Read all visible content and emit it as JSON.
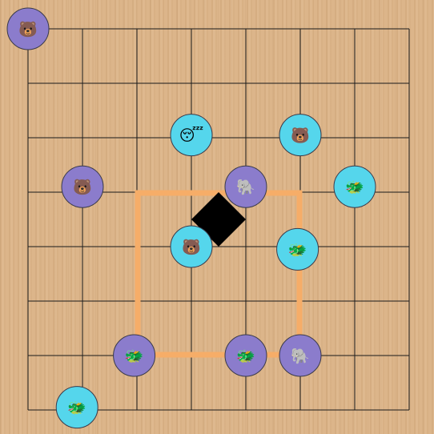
{
  "game": {
    "grid_lines": 8,
    "board_color": "#dcb58a",
    "line_color": "#1a1a1a",
    "highlight_color": "#f6ad68",
    "marker_color": "#000000",
    "piece_colors": {
      "cyan": "#55d6ec",
      "purple": "#8b7ccc"
    },
    "highlight_box": {
      "col_from": 2,
      "row_from": 3,
      "col_to": 5,
      "row_to": 6
    },
    "marker": {
      "type": "diamond",
      "col": 3.5,
      "row": 3.5
    },
    "pieces": [
      {
        "col": 0,
        "row": 0,
        "color": "purple",
        "icon": "bear-icon",
        "glyph": "🐻"
      },
      {
        "col": 3,
        "row": 1.95,
        "color": "cyan",
        "icon": "sleepy-face-icon",
        "glyph": "😴"
      },
      {
        "col": 5,
        "row": 1.95,
        "color": "cyan",
        "icon": "bear-icon",
        "glyph": "🐻"
      },
      {
        "col": 1,
        "row": 2.9,
        "color": "purple",
        "icon": "bear-icon",
        "glyph": "🐻"
      },
      {
        "col": 4,
        "row": 2.9,
        "color": "purple",
        "icon": "elephant-icon",
        "glyph": "🐘"
      },
      {
        "col": 6,
        "row": 2.9,
        "color": "cyan",
        "icon": "dragon-icon",
        "glyph": "🐲"
      },
      {
        "col": 3,
        "row": 4,
        "color": "cyan",
        "icon": "bear-icon",
        "glyph": "🐻"
      },
      {
        "col": 4.95,
        "row": 4.05,
        "color": "cyan",
        "icon": "dragon-icon",
        "glyph": "🐲"
      },
      {
        "col": 1.95,
        "row": 6,
        "color": "purple",
        "icon": "dragon-icon",
        "glyph": "🐲"
      },
      {
        "col": 4,
        "row": 6,
        "color": "purple",
        "icon": "dragon-icon",
        "glyph": "🐲"
      },
      {
        "col": 5,
        "row": 6,
        "color": "purple",
        "icon": "elephant-icon",
        "glyph": "🐘"
      },
      {
        "col": 0.9,
        "row": 6.95,
        "color": "cyan",
        "icon": "dragon-icon",
        "glyph": "🐲"
      }
    ]
  }
}
